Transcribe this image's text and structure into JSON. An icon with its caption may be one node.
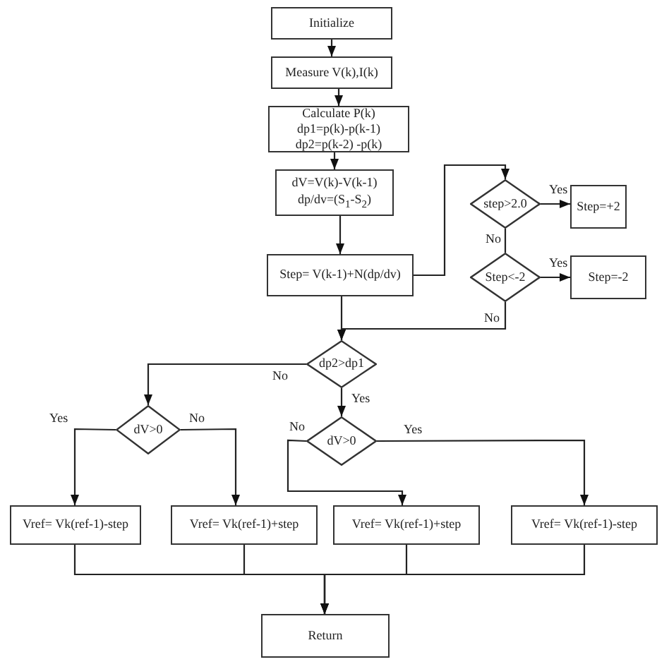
{
  "diagram": {
    "nodes": [
      {
        "text": [
          "Initialize"
        ]
      },
      {
        "text": [
          "Measure V(k),I(k)"
        ]
      },
      {
        "text": [
          "Calculate P(k) dp1=p(k)-p(k-1) dp2=p(k-2) -p(k)"
        ]
      },
      {
        "text": [
          "dV=V(k)-V(k-1) dp/dv=(S$_{1}$-S$_{2}$)"
        ]
      },
      {
        "text": [
          "Step= V(k-1)+N(dp/dv)"
        ]
      },
      {
        "text": [
          "step>2.0"
        ]
      },
      {
        "text": [
          "Step=+2"
        ]
      },
      {
        "text": [
          "Step<-2"
        ]
      },
      {
        "text": [
          "Step=-2"
        ]
      },
      {
        "text": [
          "dp2>dp1"
        ]
      },
      {
        "text": [
          "dV>0"
        ]
      },
      {
        "text": [
          "dV>0"
        ]
      },
      {
        "text": [
          "Vref= Vk(ref-1)-step"
        ]
      },
      {
        "text": [
          "Vref= Vk(ref-1)+step"
        ]
      },
      {
        "text": [
          "Vref= Vk(ref-1)+step"
        ]
      },
      {
        "text": [
          "Vref= Vk(ref-1)-step"
        ]
      },
      {
        "text": [
          "Return"
        ]
      }
    ],
    "edges": [
      {
        "from": 0,
        "to": 1,
        "arrow": "to"
      },
      {
        "from": 1,
        "to": 2,
        "arrow": "to"
      },
      {
        "from": 2,
        "to": 3,
        "arrow": "to"
      },
      {
        "from": 3,
        "to": 4,
        "arrow": "to"
      },
      {
        "from": 4,
        "to": 5,
        "arrow": "to"
      },
      {
        "from": 5,
        "to": 6,
        "arrow": "to",
        "label": "Yes"
      },
      {
        "from": 5,
        "to": 7,
        "arrow": "none",
        "label": "No"
      },
      {
        "from": 7,
        "to": 8,
        "arrow": "to",
        "label": "Yes"
      },
      {
        "from": 7,
        "to": 9,
        "arrow": "to",
        "label": "No"
      },
      {
        "from": 4,
        "to": 9,
        "arrow": "to"
      },
      {
        "from": 9,
        "to": 10,
        "arrow": "to",
        "label": "No"
      },
      {
        "from": 9,
        "to": 11,
        "arrow": "to",
        "label": "Yes"
      },
      {
        "from": 10,
        "to": 12,
        "arrow": "to",
        "label": "Yes"
      },
      {
        "from": 10,
        "to": 13,
        "arrow": "to",
        "label": "No"
      },
      {
        "from": 11,
        "to": 14,
        "arrow": "to",
        "label": "No"
      },
      {
        "from": 11,
        "to": 15,
        "arrow": "to",
        "label": "Yes"
      },
      {
        "from": 12,
        "to": 16,
        "arrow": "to"
      },
      {
        "from": 13,
        "to": 16,
        "arrow": "to"
      },
      {
        "from": 14,
        "to": 16,
        "arrow": "to"
      },
      {
        "from": 15,
        "to": 16,
        "arrow": "to"
      }
    ]
  }
}
